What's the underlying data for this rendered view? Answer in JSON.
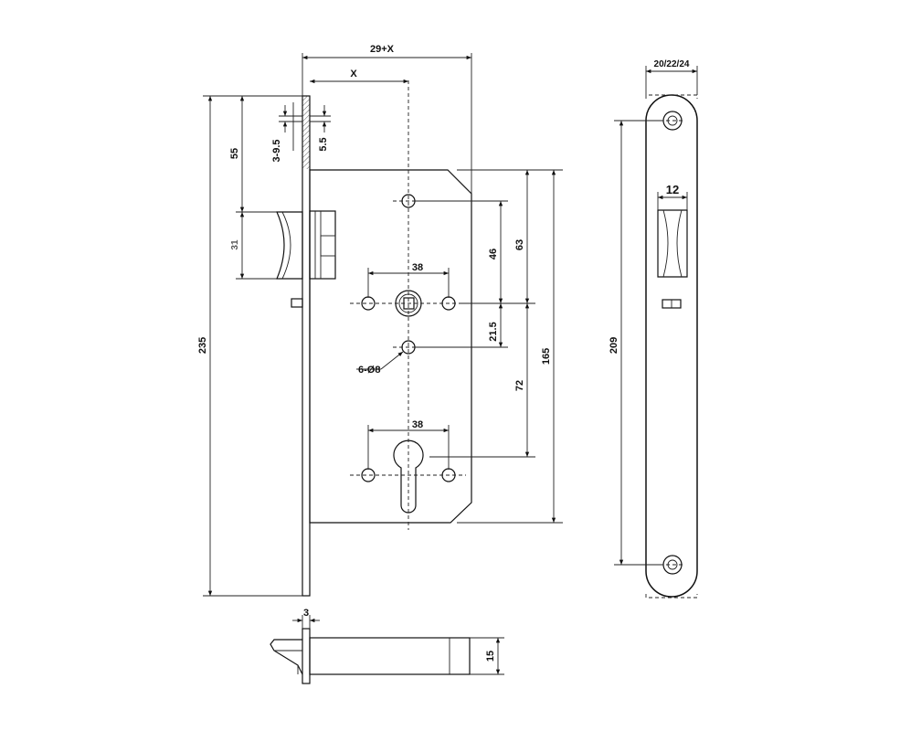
{
  "dimensions": {
    "overall_width": "29+X",
    "backset": "X",
    "faceplate_width": "20/22/24",
    "handle_follower_width": "12",
    "latch_top_offset": "55",
    "latch_height": "31",
    "total_height": "235",
    "faceplate_height": "209",
    "body_height": "165",
    "follower_to_top_hole": "46",
    "follower_to_body_top": "63",
    "follower_to_lower_hole": "21.5",
    "follower_to_cylinder": "72",
    "handle_hole_spacing": "38",
    "cylinder_hole_spacing": "38",
    "holes_note": "6-Ø8",
    "latch_projection_range": "3-9.5",
    "latch_step": "5.5",
    "faceplate_thickness": "3",
    "body_thickness": "15"
  }
}
